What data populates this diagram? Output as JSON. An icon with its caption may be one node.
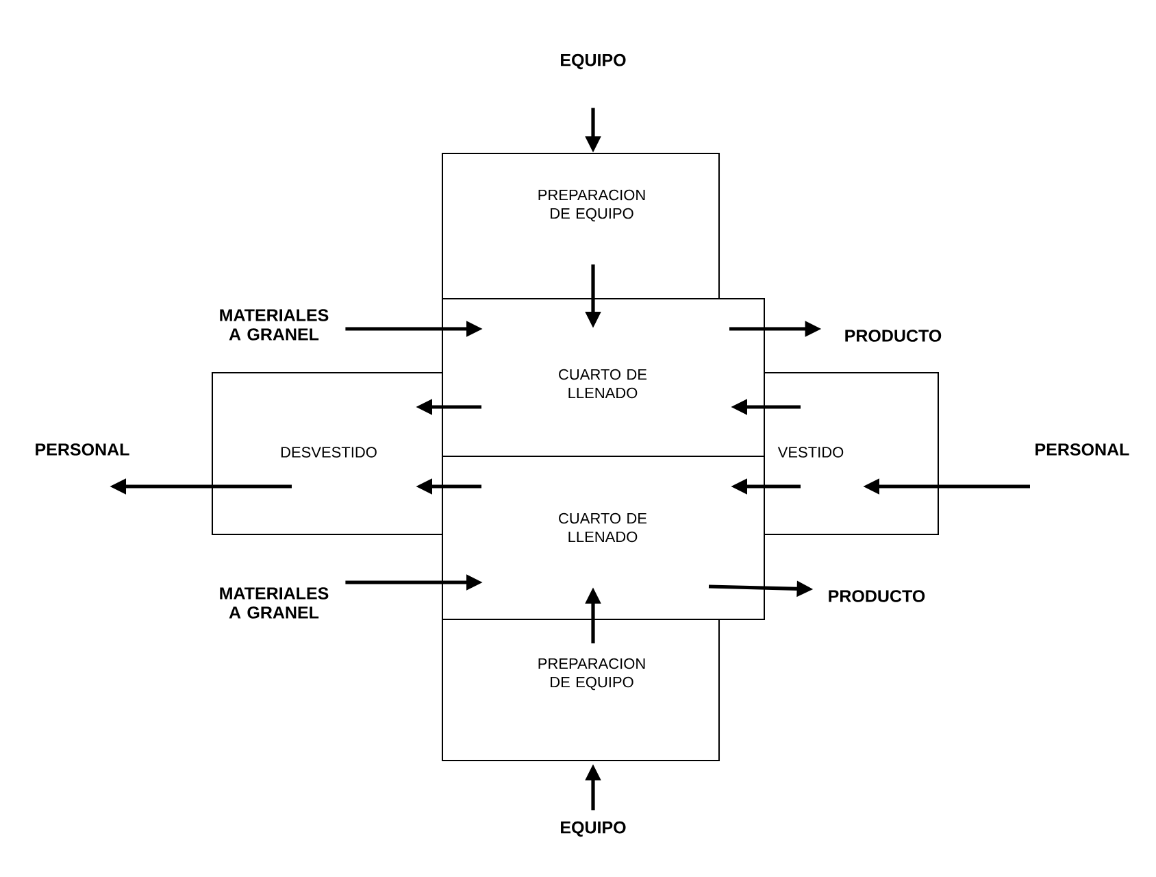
{
  "diagram": {
    "nodes": [
      {
        "text": [
          "EQUIPO"
        ]
      },
      {
        "text": [
          "PREPARACION DE EQUIPO"
        ]
      },
      {
        "text": [
          "MATERIALES A GRANEL"
        ]
      },
      {
        "text": [
          "CUARTO DE LLENADO"
        ]
      },
      {
        "text": [
          "PRODUCTO"
        ]
      },
      {
        "text": [
          "PERSONAL"
        ]
      },
      {
        "text": [
          "DESVESTIDO"
        ]
      },
      {
        "text": [
          "VESTIDO"
        ]
      },
      {
        "text": [
          "PERSONAL"
        ]
      },
      {
        "text": [
          "CUARTO DE LLENADO"
        ]
      },
      {
        "text": [
          "MATERIALES A GRANEL"
        ]
      },
      {
        "text": [
          "PRODUCTO"
        ]
      },
      {
        "text": [
          "PREPARACION DE EQUIPO"
        ]
      },
      {
        "text": [
          "EQUIPO"
        ]
      }
    ],
    "edges": [
      {
        "from": 0,
        "to": 1,
        "arrow": "to"
      },
      {
        "from": 1,
        "to": 3,
        "arrow": "to"
      },
      {
        "from": 2,
        "to": 3,
        "arrow": "to"
      },
      {
        "from": 3,
        "to": 4,
        "arrow": "to"
      },
      {
        "from": 3,
        "to": 6,
        "arrow": "to"
      },
      {
        "from": 9,
        "to": 6,
        "arrow": "to"
      },
      {
        "from": 6,
        "to": 5,
        "arrow": "to"
      },
      {
        "from": 8,
        "to": 7,
        "arrow": "to"
      },
      {
        "from": 7,
        "to": 3,
        "arrow": "to"
      },
      {
        "from": 7,
        "to": 9,
        "arrow": "to"
      },
      {
        "from": 10,
        "to": 9,
        "arrow": "to"
      },
      {
        "from": 9,
        "to": 11,
        "arrow": "to"
      },
      {
        "from": 12,
        "to": 9,
        "arrow": "to"
      },
      {
        "from": 13,
        "to": 12,
        "arrow": "to"
      }
    ]
  }
}
